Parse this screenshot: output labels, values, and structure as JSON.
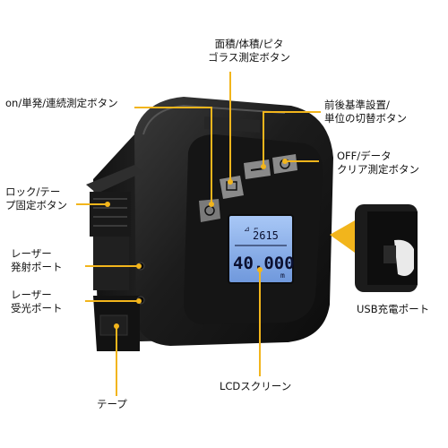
{
  "labels": {
    "area_button": [
      "面積/体積/ピタ",
      "ゴラス測定ボタン"
    ],
    "single_button": [
      "on/単発/連続測定ボタン"
    ],
    "base_button": [
      "前後基準設置/",
      "単位の切替ボタン"
    ],
    "off_button": [
      "OFF/データ",
      "クリア測定ボタン"
    ],
    "lock_button": [
      "ロック/テー",
      "プ固定ボタン"
    ],
    "laser_emit": [
      "レーザー",
      "発射ポート"
    ],
    "laser_receive": [
      "レーザー",
      "受光ポート"
    ],
    "usb_port": [
      "USB充電ポート"
    ],
    "lcd_screen": [
      "LCDスクリーン"
    ],
    "tape": [
      "テープ"
    ]
  },
  "lcd": {
    "small_reading": "2615",
    "main_reading": "40.000",
    "unit": "m"
  },
  "colors": {
    "accent": "#f2b51c",
    "lcd_background": "#8fb6f0",
    "body": "#1b1b1b"
  }
}
